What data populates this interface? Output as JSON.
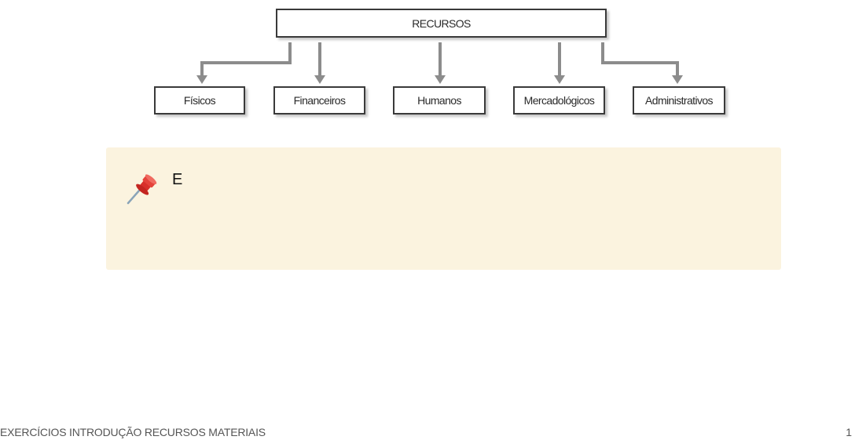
{
  "diagram": {
    "root": "RECURSOS",
    "children": [
      "Físicos",
      "Financeiros",
      "Humanos",
      "Mercadológicos",
      "Administrativos"
    ]
  },
  "callout": {
    "icon": "pushpin-icon",
    "text": "E",
    "background": "#fbf3df"
  },
  "footer": {
    "title": "EXERCÍCIOS INTRODUÇÃO RECURSOS MATERIAIS",
    "page_number": "1"
  }
}
